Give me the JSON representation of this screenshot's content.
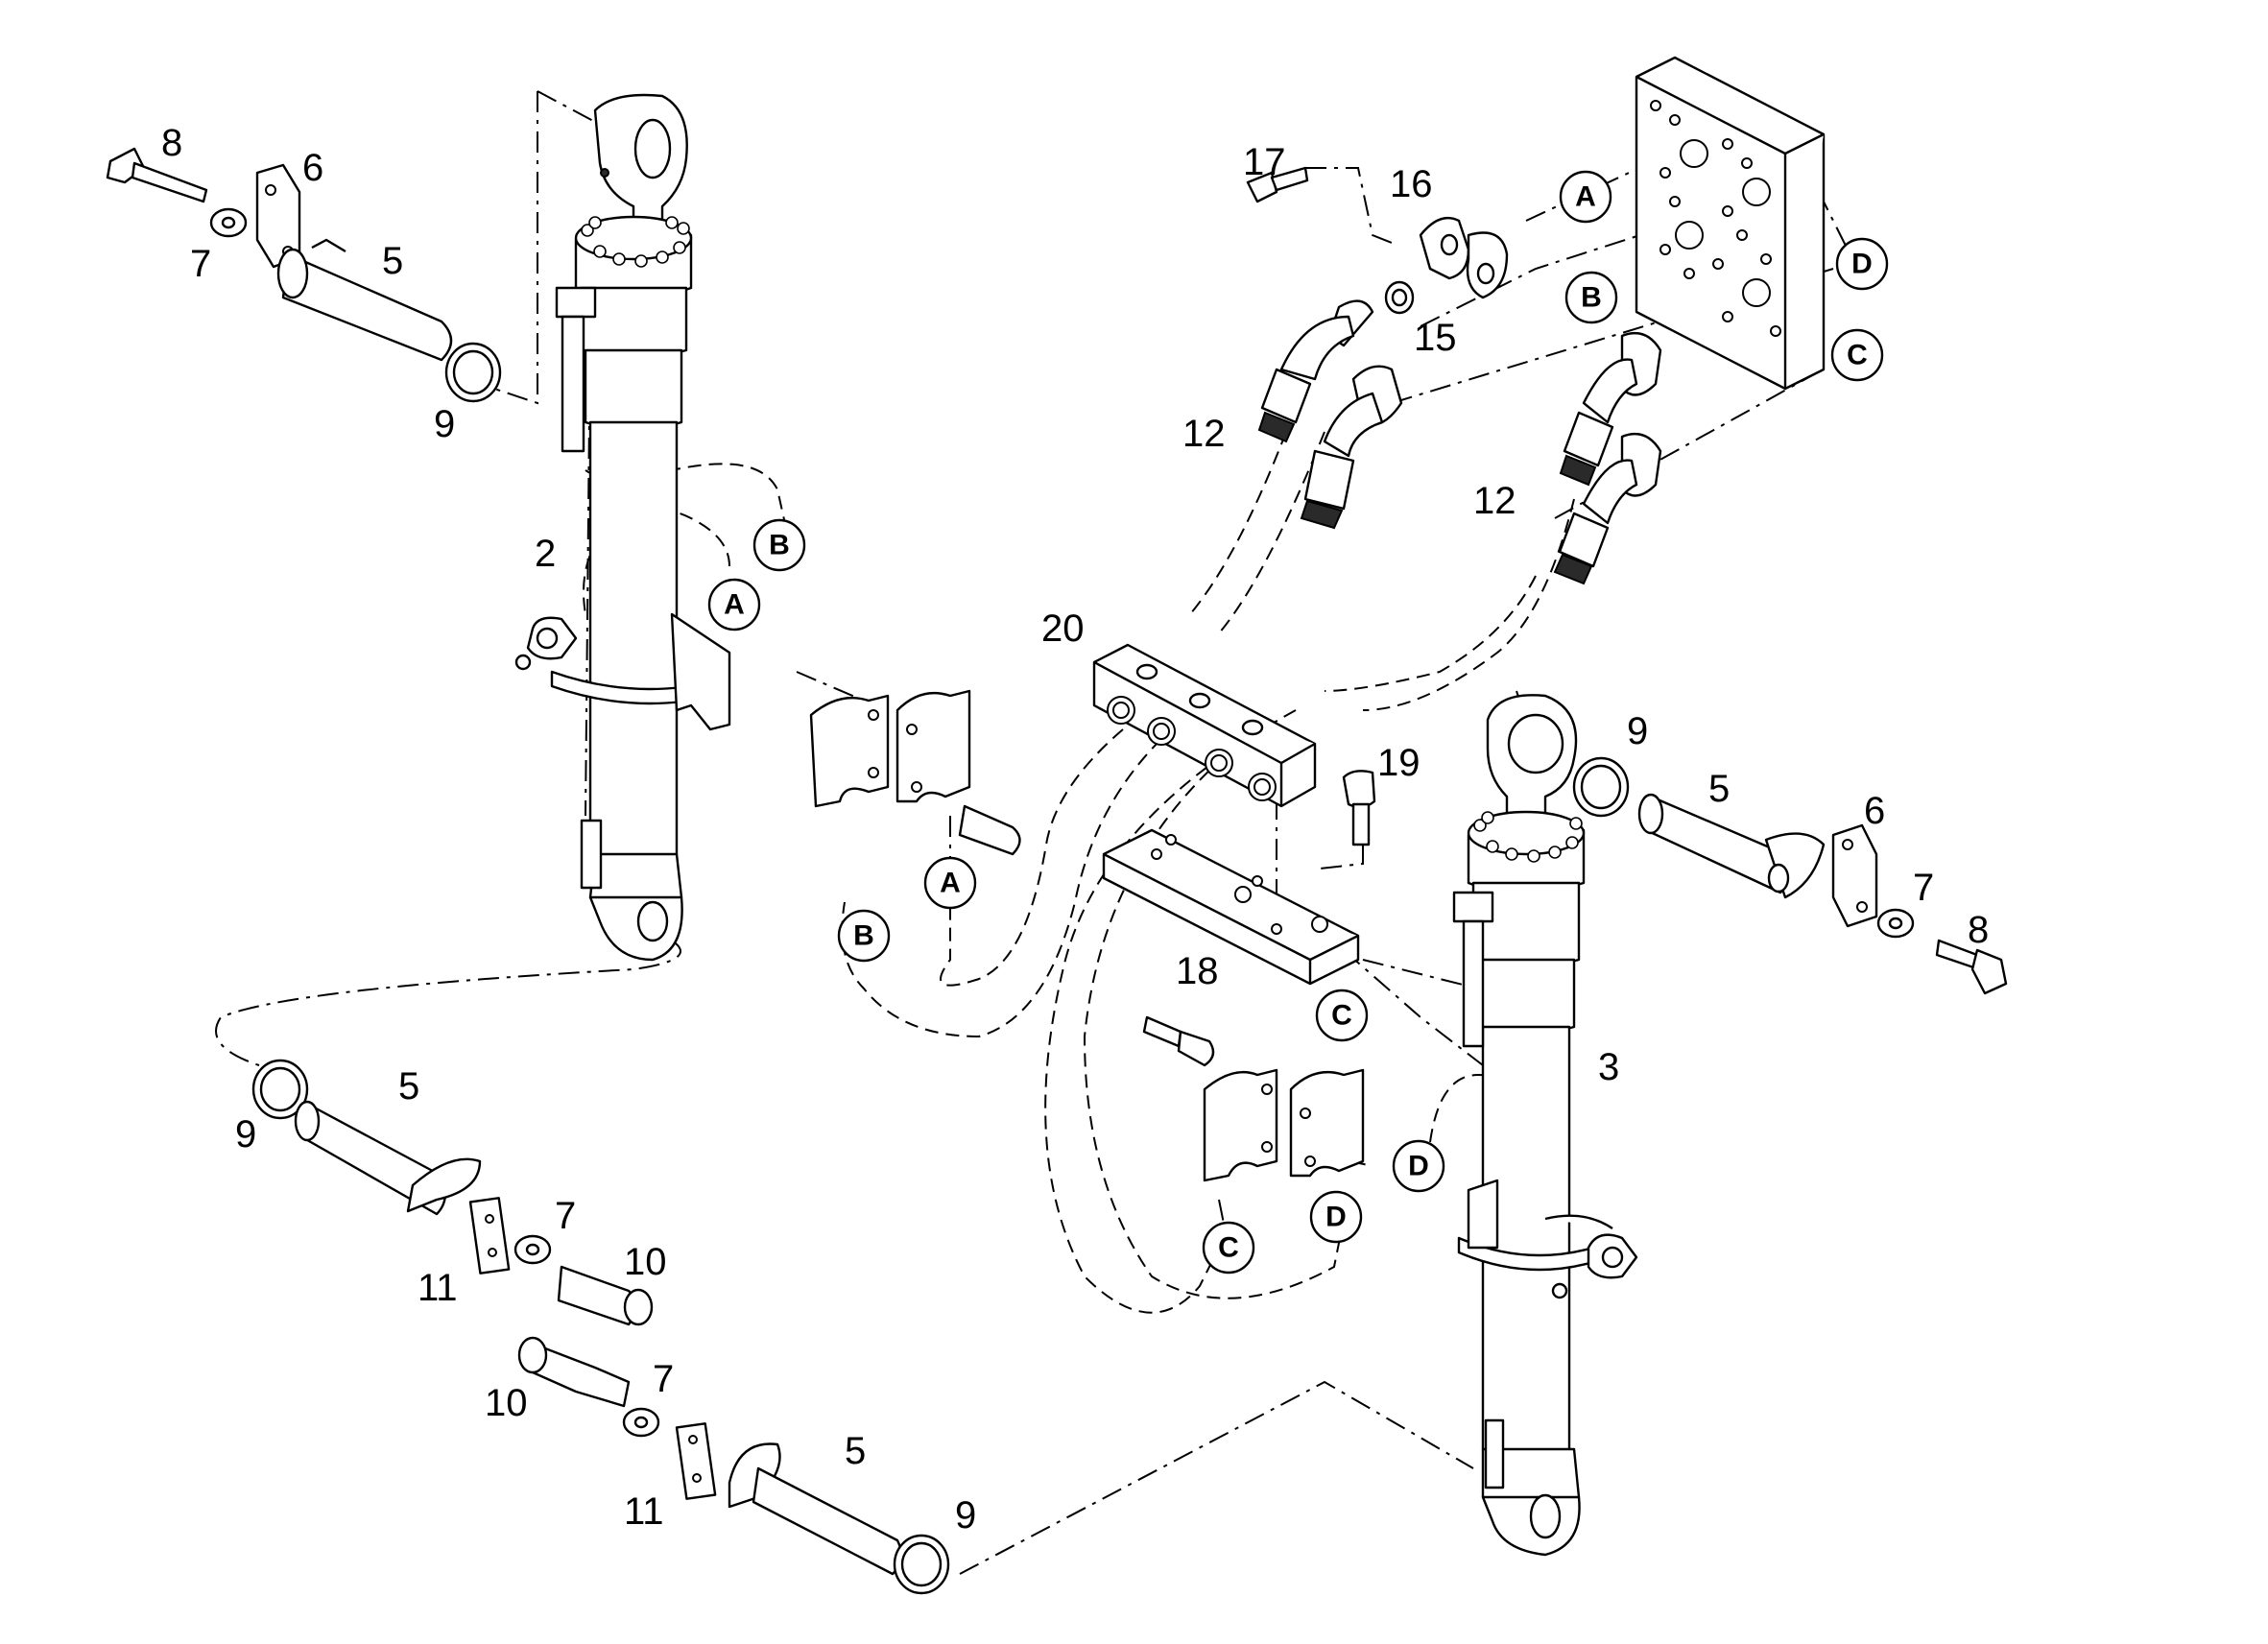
{
  "part_numbers": {
    "p2": "2",
    "p3": "3",
    "p5_a": "5",
    "p5_b": "5",
    "p5_c": "5",
    "p5_d": "5",
    "p6_a": "6",
    "p6_b": "6",
    "p7_a": "7",
    "p7_b": "7",
    "p7_c": "7",
    "p7_d": "7",
    "p8_a": "8",
    "p8_b": "8",
    "p9_a": "9",
    "p9_b": "9",
    "p9_c": "9",
    "p9_d": "9",
    "p10_a": "10",
    "p10_b": "10",
    "p11_a": "11",
    "p11_b": "11",
    "p12_a": "12",
    "p12_b": "12",
    "p15": "15",
    "p16": "16",
    "p17": "17",
    "p18": "18",
    "p19": "19",
    "p20": "20"
  },
  "callouts": {
    "a1": "A",
    "a2": "A",
    "a3": "A",
    "b1": "B",
    "b2": "B",
    "b3": "B",
    "c1": "C",
    "c2": "C",
    "c3": "C",
    "d1": "D",
    "d2": "D",
    "d3": "D"
  }
}
